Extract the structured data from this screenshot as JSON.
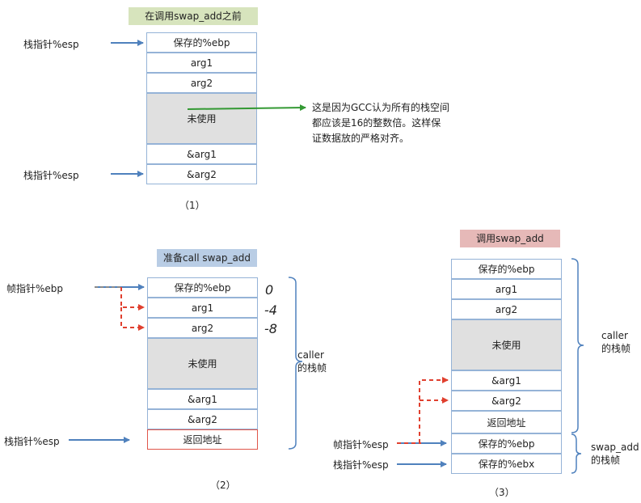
{
  "diagram1": {
    "title": "在调用swap_add之前",
    "cells": [
      "保存的%ebp",
      "arg1",
      "arg2",
      "未使用",
      "&arg1",
      "&arg2"
    ],
    "esp_label_top": "栈指针%esp",
    "esp_label_bottom": "栈指针%esp",
    "note_lines": [
      "这是因为GCC认为所有的栈空间",
      "都应该是16的整数倍。这样保",
      "证数据放的严格对齐。"
    ],
    "caption": "（1）"
  },
  "diagram2": {
    "title": "准备call swap_add",
    "cells": [
      "保存的%ebp",
      "arg1",
      "arg2",
      "未使用",
      "&arg1",
      "&arg2",
      "返回地址"
    ],
    "offsets": [
      "0",
      "-4",
      "-8"
    ],
    "ebp_label": "帧指针%ebp",
    "esp_label": "栈指针%esp",
    "brace_label_1": "caller",
    "brace_label_2": "的栈帧",
    "caption": "（2）"
  },
  "diagram3": {
    "title": "调用swap_add",
    "cells": [
      "保存的%ebp",
      "arg1",
      "arg2",
      "未使用",
      "&arg1",
      "&arg2",
      "返回地址",
      "保存的%ebp",
      "保存的%ebx"
    ],
    "ebp_label": "帧指针%esp",
    "esp_label": "栈指针%esp",
    "brace1_label_1": "caller",
    "brace1_label_2": "的栈帧",
    "brace2_label_1": "swap_add",
    "brace2_label_2": "的栈帧",
    "caption": "（3）"
  },
  "colors": {
    "cell_border": "#95b3d7",
    "arrow_blue": "#4f81bd",
    "arrow_red": "#e0402f",
    "arrow_green": "#339933",
    "unused_fill": "#e0e0e0"
  }
}
